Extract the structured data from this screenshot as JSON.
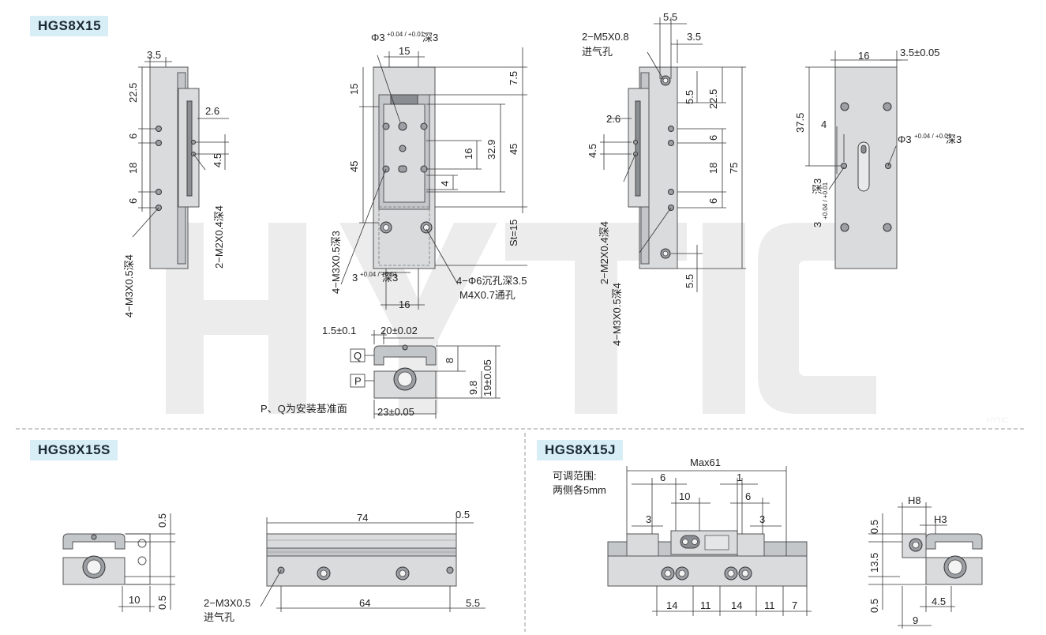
{
  "sections": {
    "main": "HGS8X15",
    "short": "HGS8X15S",
    "adjustable": "HGS8X15J"
  },
  "watermark": "HYTIC",
  "dims_main": {
    "top_left_35": "3.5",
    "d225": "22.5",
    "d6a": "6",
    "d18": "18",
    "d6b": "6",
    "d26": "2.6",
    "d45": "4.5",
    "m2_left": "2−M2X0.4深4",
    "m3_left": "4−M3X0.5深4",
    "phi_top": "Φ3",
    "phi_tol": "+0.04 / +0.01",
    "phi_depth": "深3",
    "d15_top": "15",
    "d15_side": "15",
    "d75": "7.5",
    "d45_side": "45",
    "d45_right": "45",
    "d329": "32.9",
    "d16_side": "16",
    "d4": "4",
    "st": "St=15",
    "m3_center": "4−M3X0.5深3",
    "phi3_bottom": "3",
    "phi3_bottom_depth": "深3",
    "phi6": "4−Φ6沉孔深3.5",
    "m4": "M4X0.7通孔",
    "d16_bottom": "16"
  },
  "dims_section": {
    "d15tol": "1.5±0.1",
    "d20tol": "20±0.02",
    "d8": "8",
    "d19tol": "19±0.05",
    "d98": "9.8",
    "d23tol": "23±0.05",
    "q": "Q",
    "p": "P",
    "pq_note": "P、Q为安装基准面"
  },
  "dims_right": {
    "m5": "2−M5X0.8",
    "intake": "进气孔",
    "d55_top": "5.5",
    "d35": "3.5",
    "d55_side": "5.5",
    "d225": "22.5",
    "d26": "2.6",
    "d45": "4.5",
    "d6a": "6",
    "d18": "18",
    "d75": "75",
    "d6b": "6",
    "d55_bottom": "5.5",
    "m2": "2−M2X0.4深4",
    "m3": "4−M3X0.5深4"
  },
  "dims_far_right": {
    "d16": "16",
    "d35tol": "3.5±0.05",
    "d375": "37.5",
    "d4": "4",
    "phi": "Φ3",
    "phi_depth": "深3",
    "phi_left": "3",
    "phi_left_depth": "深3"
  },
  "dims_s": {
    "d05a": "0.5",
    "d05b": "0.5",
    "d10": "10",
    "d74": "74",
    "d05c": "0.5",
    "m3": "2−M3X0.5",
    "intake": "进气孔",
    "d64": "64",
    "d55": "5.5"
  },
  "dims_j": {
    "note1": "可调范围:",
    "note2": "两侧各5mm",
    "max": "Max61",
    "d6a": "6",
    "d1": "1",
    "d10": "10",
    "d6b": "6",
    "d3a": "3",
    "d3b": "3",
    "b14a": "14",
    "b11a": "11",
    "b14b": "14",
    "b11b": "11",
    "b7": "7",
    "h8": "H8",
    "h3": "H3",
    "d05a": "0.5",
    "d135": "13.5",
    "d05b": "0.5",
    "d45": "4.5",
    "d9": "9"
  }
}
